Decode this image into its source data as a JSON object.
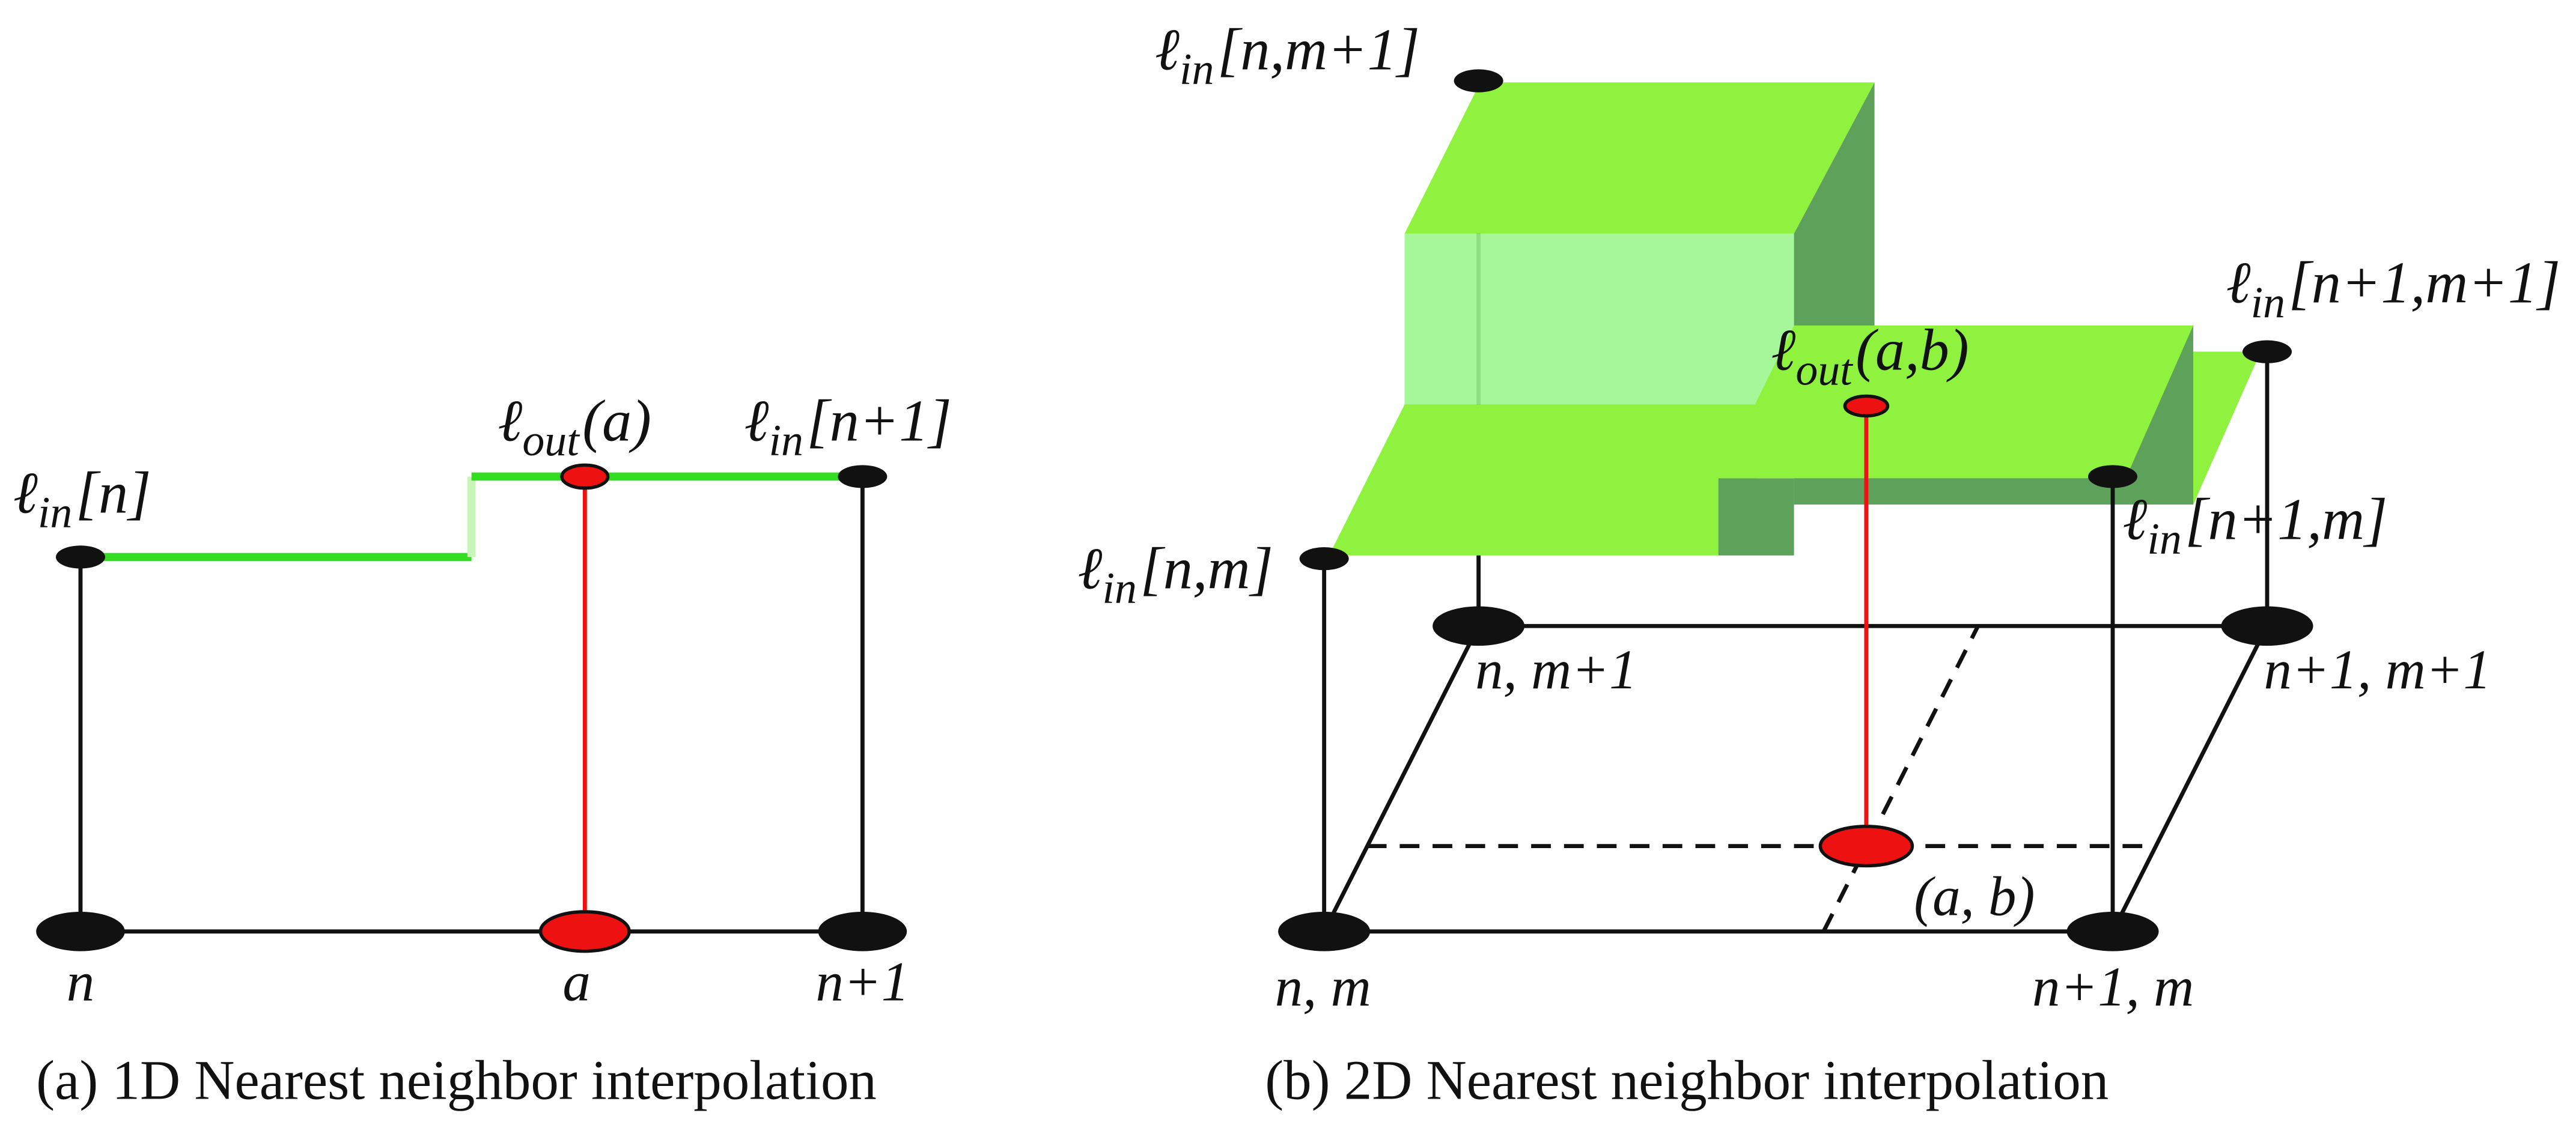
{
  "colors": {
    "green_line": "#33dd22",
    "green_top": "#8ef23e",
    "green_front": "#9cf68e",
    "green_side": "#5ea15a",
    "red": "#ee1111",
    "black": "#111111"
  },
  "panel_a": {
    "caption": "(a) 1D Nearest neighbor interpolation",
    "labels": {
      "lin_n": {
        "script": "ℓ",
        "sub": "in",
        "arg": "[n]"
      },
      "lout_a": {
        "script": "ℓ",
        "sub": "out",
        "arg": "(a)"
      },
      "lin_n1": {
        "script": "ℓ",
        "sub": "in",
        "arg": "[n+1]"
      },
      "x_n": "n",
      "x_a": "a",
      "x_n1": "n+1"
    }
  },
  "panel_b": {
    "caption": "(b) 2D Nearest neighbor interpolation",
    "labels": {
      "lin_nm1": {
        "script": "ℓ",
        "sub": "in",
        "arg": "[n,m+1]"
      },
      "lin_n1m1": {
        "script": "ℓ",
        "sub": "in",
        "arg": "[n+1,m+1]"
      },
      "lout_ab": {
        "script": "ℓ",
        "sub": "out",
        "arg": "(a,b)"
      },
      "lin_nm": {
        "script": "ℓ",
        "sub": "in",
        "arg": "[n,m]"
      },
      "lin_n1m": {
        "script": "ℓ",
        "sub": "in",
        "arg": "[n+1,m]"
      },
      "pt_nm1": "n, m+1",
      "pt_n1m1": "n+1, m+1",
      "pt_ab": "(a, b)",
      "pt_nm": "n, m",
      "pt_n1m": "n+1, m"
    }
  }
}
